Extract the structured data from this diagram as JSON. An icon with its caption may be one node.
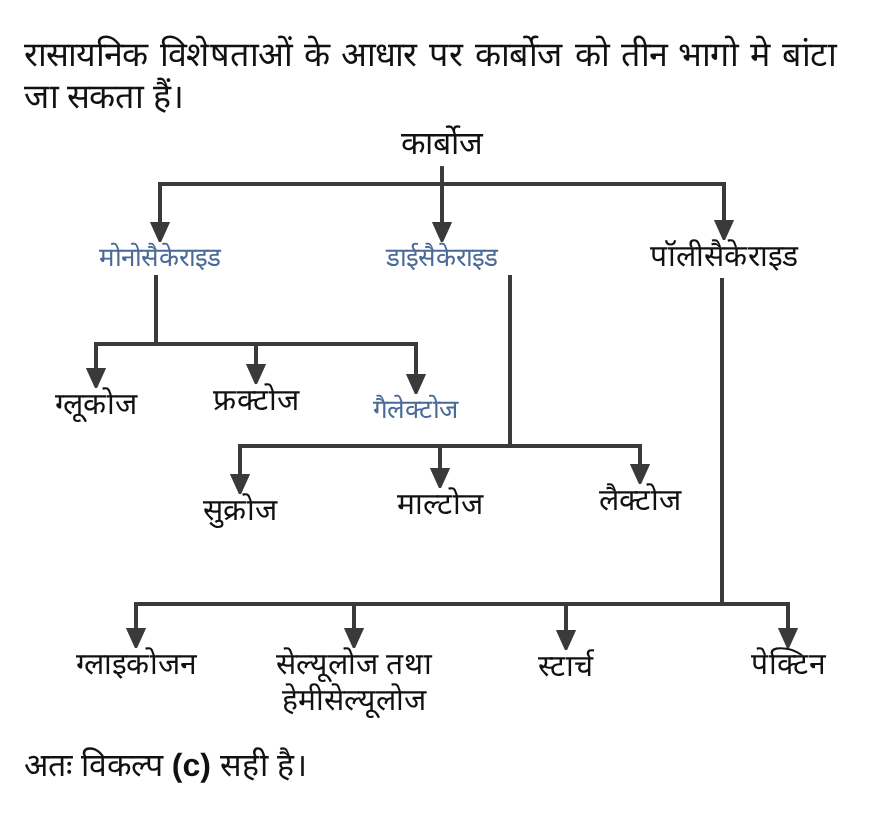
{
  "diagram": {
    "nodes": [
      {
        "text": [
          "कार्बोज"
        ]
      },
      {
        "text": [
          "मोनोसैकेराइड"
        ]
      },
      {
        "text": [
          "डाईसैकेराइड"
        ]
      },
      {
        "text": [
          "पॉलीसैकेराइड"
        ]
      },
      {
        "text": [
          "ग्लूकोज"
        ]
      },
      {
        "text": [
          "फ्रक्टोज"
        ]
      },
      {
        "text": [
          "गैलेक्टोज"
        ]
      },
      {
        "text": [
          "सुक्रोज"
        ]
      },
      {
        "text": [
          "माल्टोज"
        ]
      },
      {
        "text": [
          "लैक्टोज"
        ]
      },
      {
        "text": [
          "ग्लाइकोजन"
        ]
      },
      {
        "text": [
          "सेल्यूलोज तथा हेमीसेल्यूलोज"
        ]
      },
      {
        "text": [
          "स्टार्च"
        ]
      },
      {
        "text": [
          "पेक्टिन"
        ]
      }
    ],
    "edges": [
      {
        "from": 0,
        "to": 1,
        "arrow": "to"
      },
      {
        "from": 0,
        "to": 2,
        "arrow": "to"
      },
      {
        "from": 0,
        "to": 3,
        "arrow": "to"
      },
      {
        "from": 1,
        "to": 4,
        "arrow": "to"
      },
      {
        "from": 1,
        "to": 5,
        "arrow": "to"
      },
      {
        "from": 1,
        "to": 6,
        "arrow": "to"
      },
      {
        "from": 2,
        "to": 7,
        "arrow": "to"
      },
      {
        "from": 2,
        "to": 8,
        "arrow": "to"
      },
      {
        "from": 2,
        "to": 9,
        "arrow": "to"
      },
      {
        "from": 3,
        "to": 10,
        "arrow": "to"
      },
      {
        "from": 3,
        "to": 11,
        "arrow": "to"
      },
      {
        "from": 3,
        "to": 12,
        "arrow": "to"
      },
      {
        "from": 3,
        "to": 13,
        "arrow": "to"
      }
    ],
    "labels": [
      "रासायनिक विशेषताओं के आधार पर कार्बोज को तीन भागो मे बांटा जा सकता हैं।",
      "अतः विकल्प **(c)** सही है।"
    ]
  }
}
